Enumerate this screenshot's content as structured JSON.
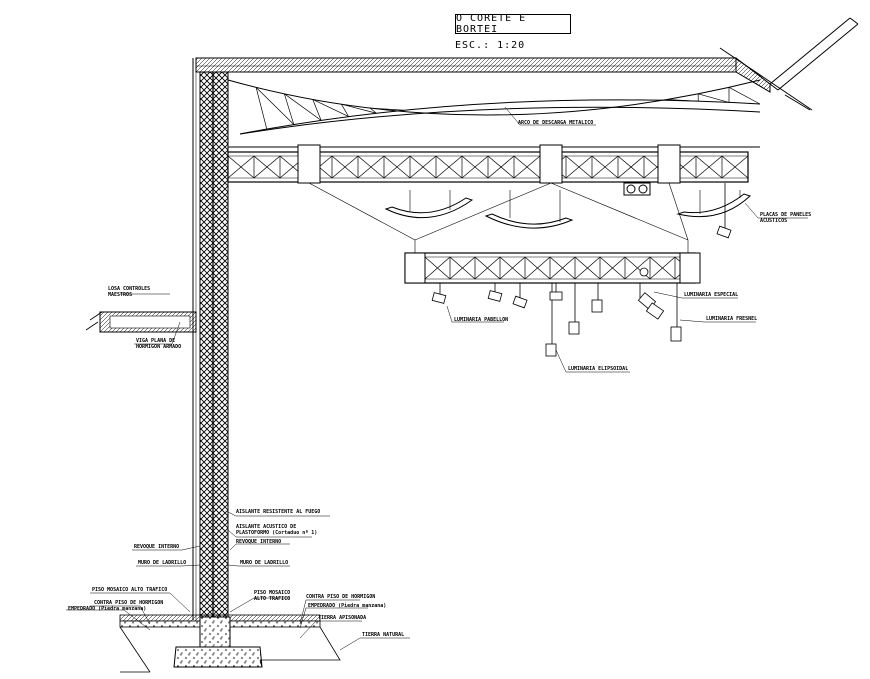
{
  "title": "O CORETE E BORTEI",
  "scale": "ESC.: 1:20",
  "labels": {
    "arco": "ARCO DE DESCARGA METALICO",
    "placas": "PLACAS DE PANELES ACUSTICOS",
    "luminaria_especial": "LUMINARIA ESPECIAL",
    "luminaria_fresnel": "LUMINARIA FRESNEL",
    "luminaria_pabellon": "LUMINARIA PABELLON",
    "luminaria_elipsoidal": "LUMINARIA ELIPSOIDAL",
    "losa": "LOSA CONTROLES MAESTROS",
    "viga": "VIGA PLANA DE HORMIGON ARMADO",
    "aislante_fuego": "AISLANTE RESISTENTE AL FUEGO",
    "aislante_acustico": "AISLANTE ACUSTICO DE PLASTOFORMO (Cortaduo nº 1)",
    "revoque_interno_r": "REVOQUE INTERNO",
    "revoque_interno_l": "REVOQUE INTERNO",
    "muro_l": "MURO DE LADRILLO",
    "muro_r": "MURO DE LADRILLO",
    "piso_l": "PISO MOSAICO ALTO TRAFICO",
    "contrapiso_l": "CONTRA PISO DE HORMIGON",
    "empedrado_l": "EMPEDRADO (Piedra manzana)",
    "piso_r": "PISO MOSAICO ALTO TRAFICO",
    "contrapiso_r": "CONTRA PISO DE HORMIGON",
    "empedrado_r": "EMPEDRADO (Piedra manzana)",
    "tierra_apisonada": "TIERRA APISONADA",
    "tierra_natural": "TIERRA NATURAL"
  }
}
